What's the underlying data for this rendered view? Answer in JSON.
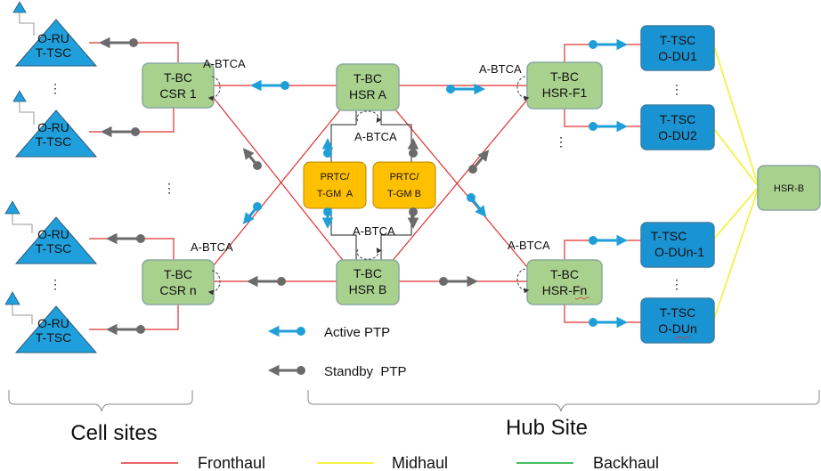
{
  "colors": {
    "fronthaul": "#e03030",
    "midhaul": "#f2f230",
    "backhaul": "#2eb44a",
    "active_ptp": "#1f9fd8",
    "standby_ptp": "#6b6b6b",
    "tbc_fill": "#a9d18e",
    "tbc_stroke": "#8aa8a0",
    "tsc_fill": "#1a93d3",
    "prtc_fill": "#ffc000",
    "ru_fill": "#1fa0dc"
  },
  "icons": {
    "antenna": "antenna-icon",
    "active_arrow": "blue-arrow-icon",
    "standby_arrow": "gray-arrow-icon",
    "btca_loop": "dashed-loop-icon"
  },
  "ru_labels": [
    [
      "O-RU",
      "T-TSC"
    ],
    [
      "O-RU",
      "T-TSC"
    ],
    [
      "O-RU",
      "T-TSC"
    ],
    [
      "O-RU",
      "T-TSC"
    ]
  ],
  "csr1": [
    "T-BC",
    "CSR 1"
  ],
  "csrn": [
    "T-BC",
    "CSR n"
  ],
  "hsra": [
    "T-BC",
    "HSR A"
  ],
  "hsrb": [
    "T-BC",
    "HSR B"
  ],
  "prtca": [
    "PRTC/",
    "T-GM  A"
  ],
  "prtcb": [
    "PRTC/",
    "T-GM B"
  ],
  "hsrf1": [
    "T-BC",
    "HSR-F1"
  ],
  "hsrfn": [
    "T-BC",
    "HSR-Fn"
  ],
  "du1": [
    "T-TSC",
    "O-DU1"
  ],
  "du2": [
    "T-TSC",
    "O-DU2"
  ],
  "dun1": [
    "T-TSC",
    "O-DUn-1"
  ],
  "dun": [
    "T-TSC",
    "O-DUn"
  ],
  "hsrb_right": "HSR-B",
  "btca": "A-BTCA",
  "ellipsis": "⋮",
  "ellipsis_h": "⋮",
  "legend": {
    "active": "Active PTP",
    "standby": "Standby  PTP",
    "fronthaul": "Fronthaul",
    "midhaul": "Midhaul",
    "backhaul": "Backhaul"
  },
  "groups": {
    "cell_sites": "Cell sites",
    "hub_site": "Hub Site"
  }
}
